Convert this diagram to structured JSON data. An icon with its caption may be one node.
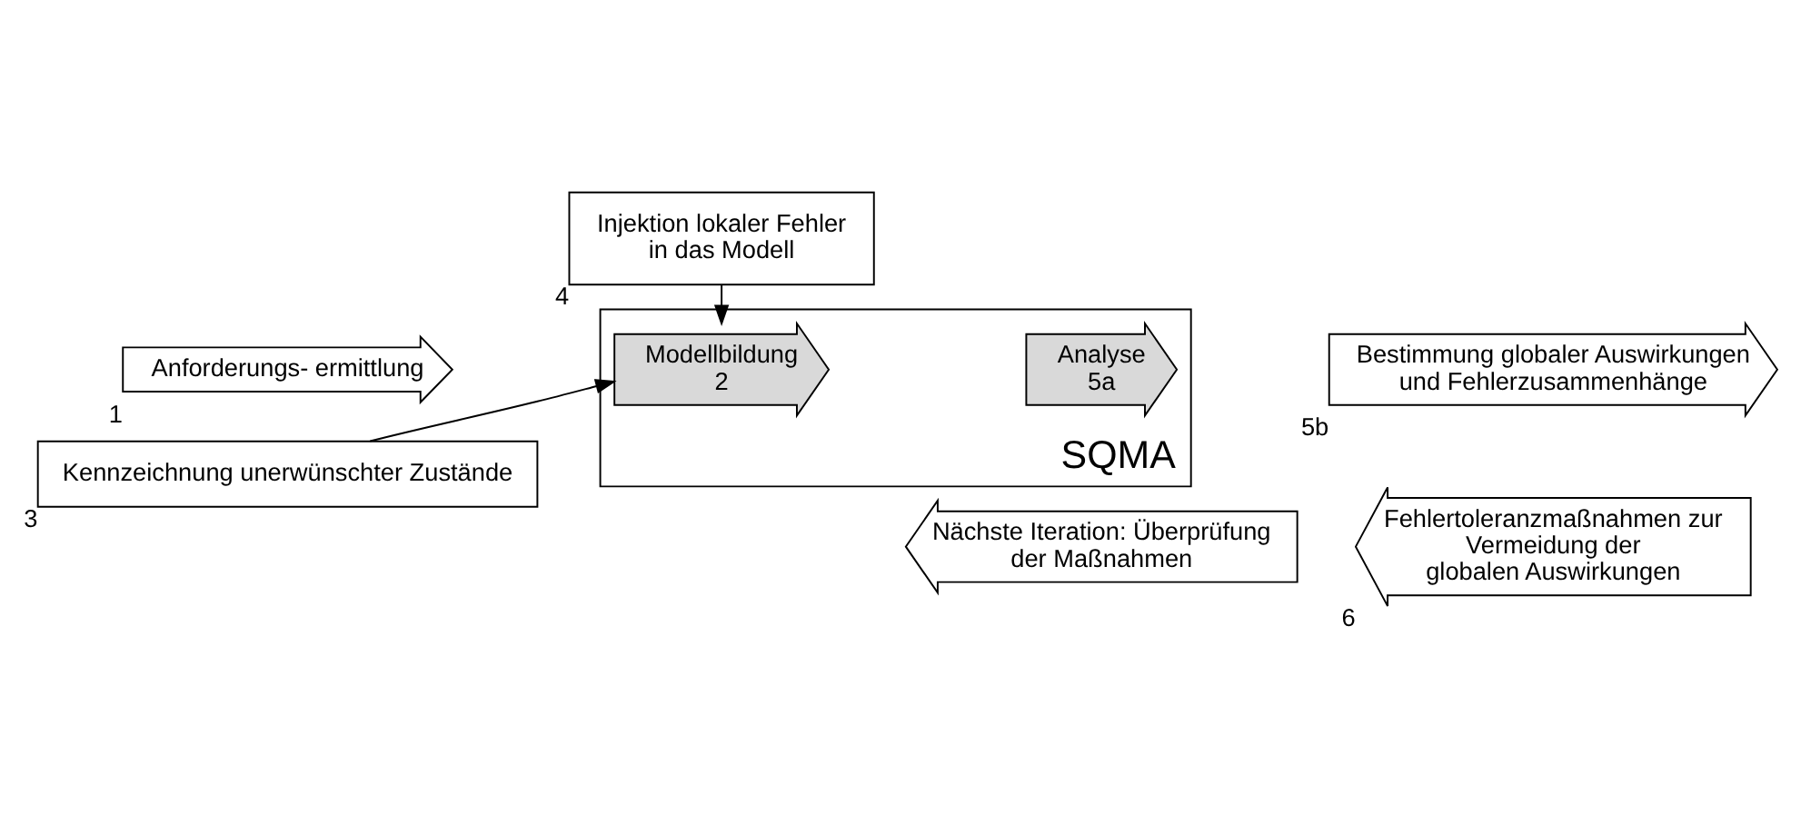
{
  "diagram": {
    "nodes": [
      {
        "text": [
          "SQMA"
        ]
      },
      {
        "text": [
          "Anforderungs- ermittlung"
        ],
        "beside": [
          "1"
        ]
      },
      {
        "text": [
          "Modellbildung",
          "2"
        ],
        "in": 0
      },
      {
        "text": [
          "Analyse",
          "5a"
        ],
        "in": 0
      },
      {
        "text": [
          "Bestimmung globaler Auswirkungen und Fehlerzusammenhänge"
        ],
        "beside": [
          "5b"
        ]
      },
      {
        "text": [
          "Kennzeichnung unerwünschter Zustände"
        ],
        "beside": [
          "3"
        ]
      },
      {
        "text": [
          "Injektion lokaler Fehler in das Modell"
        ],
        "beside": [
          "4"
        ]
      },
      {
        "text": [
          "Fehlertoleranzmaßnahmen zur Vermeidung der globalen Auswirkungen"
        ],
        "beside": [
          "6"
        ]
      },
      {
        "text": [
          "Nächste Iteration: Überprüfung der Maßnahmen"
        ]
      }
    ],
    "edges": [
      {
        "from": 5,
        "to": 2,
        "arrow": "to"
      },
      {
        "from": 6,
        "to": 2,
        "arrow": "to"
      }
    ]
  }
}
